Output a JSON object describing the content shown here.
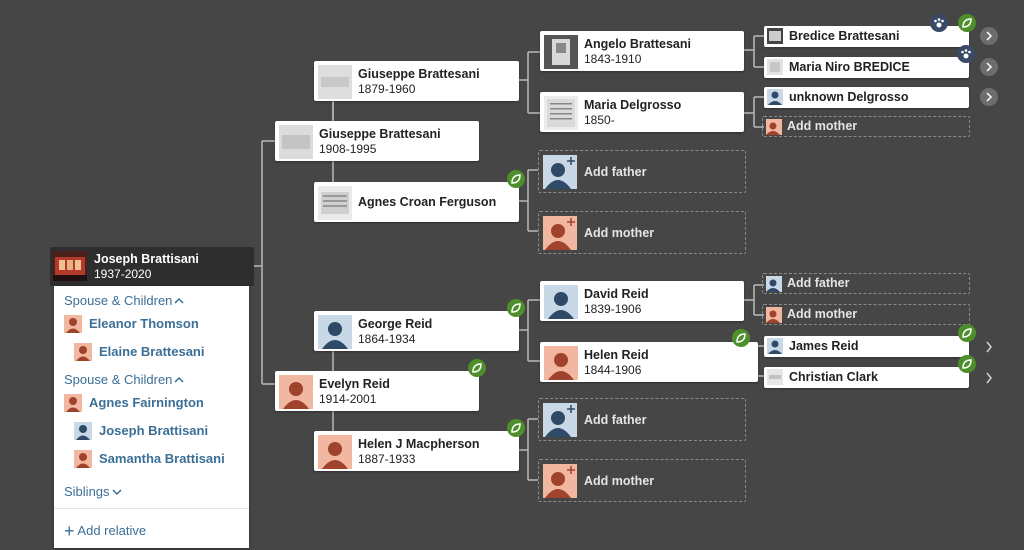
{
  "root": {
    "name": "Joseph Brattisani",
    "dates": "1937-2020"
  },
  "panel": {
    "spouse_section_1": "Spouse & Children",
    "spouse_1": "Eleanor Thomson",
    "child_1_1": "Elaine Brattesani",
    "spouse_section_2": "Spouse & Children",
    "spouse_2": "Agnes Fairnington",
    "child_2_1": "Joseph Brattisani",
    "child_2_2": "Samantha Brattisani",
    "siblings": "Siblings",
    "add_relative": "Add relative"
  },
  "gen1": {
    "father": {
      "name": "Giuseppe Brattesani",
      "dates": "1908-1995"
    },
    "mother": {
      "name": "Evelyn Reid",
      "dates": "1914-2001"
    }
  },
  "gen2": {
    "ff": {
      "name": "Giuseppe Brattesani",
      "dates": "1879-1960"
    },
    "fm": {
      "name": "Agnes Croan Ferguson"
    },
    "mf": {
      "name": "George Reid",
      "dates": "1864-1934"
    },
    "mm": {
      "name": "Helen J Macpherson",
      "dates": "1887-1933"
    }
  },
  "gen3": {
    "fff": {
      "name": "Angelo Brattesani",
      "dates": "1843-1910"
    },
    "ffm": {
      "name": "Maria Delgrosso",
      "dates": "1850-"
    },
    "fmf": {
      "label": "Add father"
    },
    "fmm": {
      "label": "Add mother"
    },
    "mff": {
      "name": "David Reid",
      "dates": "1839-1906"
    },
    "mfm": {
      "name": "Helen Reid",
      "dates": "1844-1906"
    },
    "mmf": {
      "label": "Add father"
    },
    "mmm": {
      "label": "Add mother"
    }
  },
  "gen4": {
    "a": {
      "name": "Bredice Brattesani"
    },
    "b": {
      "name": "Maria Niro BREDICE"
    },
    "c": {
      "name": "unknown Delgrosso"
    },
    "d": {
      "label": "Add mother"
    },
    "e": {
      "label": "Add father"
    },
    "f": {
      "label": "Add mother"
    },
    "g": {
      "name": "James Reid"
    },
    "h": {
      "name": "Christian Clark"
    }
  },
  "colors": {
    "background": "#464646",
    "hint_badge": "#4d8f2a",
    "link": "#3c6f96",
    "root_header": "#2e2e2e"
  }
}
